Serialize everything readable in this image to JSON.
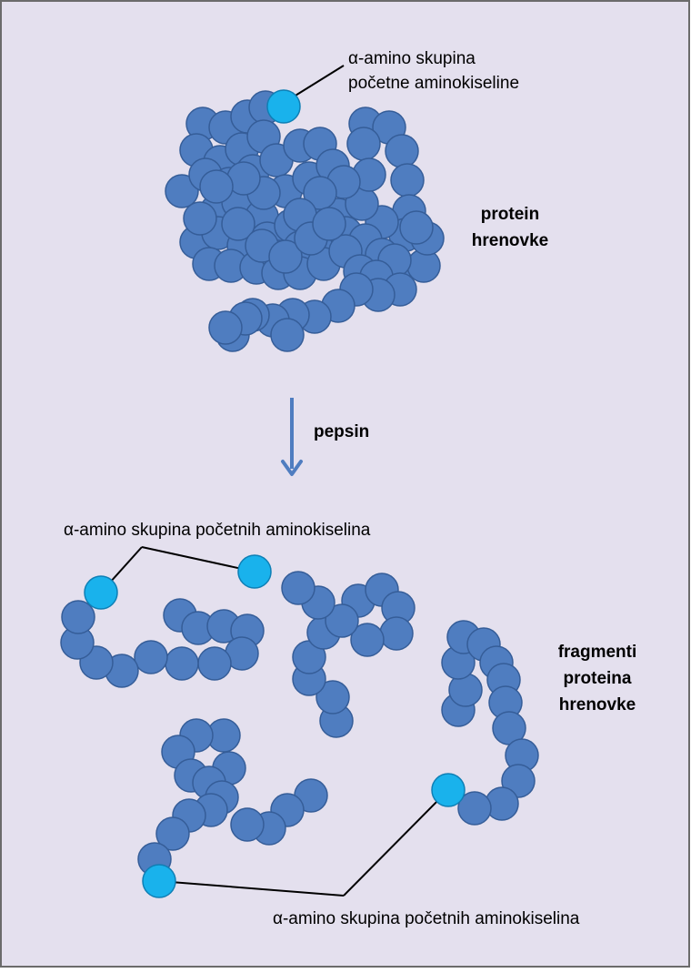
{
  "colors": {
    "background": "#E4E0EE",
    "frame": "#6B6B6B",
    "bead": "#4F7DC0",
    "bead_stroke": "#355D98",
    "terminal": "#19B2EC",
    "terminal_stroke": "#0E7FB5",
    "arrow": "#4F7DC0"
  },
  "labels": {
    "top_alpha_line1": "α-amino skupina",
    "top_alpha_line2": "početne aminokiseline",
    "protein_line1": "protein",
    "protein_line2": "hrenovke",
    "enzyme": "pepsin",
    "middle_alpha": "α-amino skupina početnih aminokiselina",
    "fragments_line1": "fragmenti",
    "fragments_line2": "proteina",
    "fragments_line3": "hrenovke",
    "bottom_alpha": "α-amino skupina početnih aminokiselina"
  },
  "icons": {
    "arrow": "down-arrow-icon",
    "bead": "amino-acid-bead",
    "terminal": "n-terminal-bead"
  }
}
